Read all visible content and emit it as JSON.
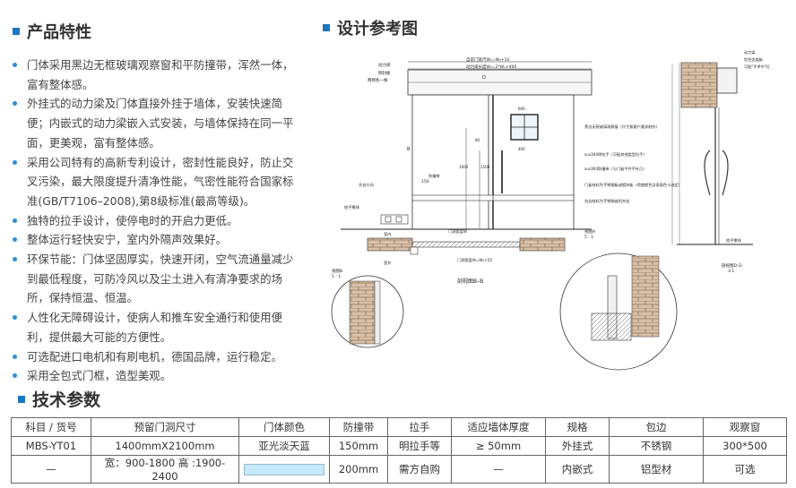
{
  "sections": {
    "features_title": "产品特性",
    "design_title": "设计参考图",
    "tech_title": "技术参数"
  },
  "features": [
    "门体采用黑边无框玻璃观察窗和平防撞带，浑然一体，富有整体感。",
    "外挂式的动力梁及门体直接外挂于墙体，安装快速简便；内嵌式的动力梁嵌入式安装，与墙体保持在同一平面，更美观，富有整体感。",
    "采用公司特有的高新专利设计，密封性能良好，防止交叉污染，最大限度提升清净性能，气密性能符合国家标准(GB/T7106–2008),第8级标准(最高等级)。",
    "独特的拉手设计，使停电时的开启力更低。",
    "整体运行轻快安宁，室内外隔声效果好。",
    "环保节能：门体坚固厚实，快速开闭，空气流通量减少到最低程度，可防冷风以及尘土进入有清净要求的场所，保持恒温、恒温。",
    "人性化无障碍设计，使病人和推车安全通行和使用便利，提供最大可能的方便性。",
    "可选配进口电机和有刷电机，德国品牌，运行稳定。",
    "采用全包式门框，造型美观。"
  ],
  "drawing": {
    "labels": {
      "top_dim_1": "自前门宽尺W₁=W₀+10",
      "top_dim_2": "动力梁长度W₂=2*W₁+400",
      "power_beam": "动力梁",
      "guide_rail": "侧封板",
      "wall_side": "两侧各一根",
      "window_note": "黑边无框玻璃观察窗（尺寸按客户要求制作）",
      "handle_note": "sus304明拉手（可配其他类型拉手）",
      "bumper_note": "sus304防撞带（与门板平齐不外凸）",
      "door_material": "门板材料为不锈钢板或镀锌板（喷塑颜色及表面色卡选定）",
      "frame_note": "包边材料为不锈钢或铝合金",
      "open_dir": "开启方向",
      "seal_strip": "防撞带",
      "ground": "地平零线",
      "door_width": "门洞宽度W",
      "indoor": "室内",
      "outdoor": "室外",
      "section_bb": "剖视图B–B",
      "view_a": "视图A",
      "view_a_scale": "5 : 1",
      "view_b": "视图B",
      "view_b_scale": "5 : 1",
      "section_dd": "剖视图D–D",
      "section_dd_scale": "3:1",
      "right_beam": "动力梁",
      "right_alloy": "铝合金盖板",
      "right_hand": "可配\"手术中\"灯",
      "right_ground": "地平零线",
      "dim_600": "600",
      "dim_400": "400",
      "dim_80": "80",
      "dim_1000": "1000",
      "dim_150": "150",
      "dim_1500": "1500",
      "dim_b": "B",
      "dim_d": "D",
      "dim_w": "门洞宽度W=W₀+55"
    }
  },
  "table": {
    "headers": [
      "科目 / 货号",
      "预留门洞尺寸",
      "门体颜色",
      "防撞带",
      "拉手",
      "适应墙体厚度",
      "规格",
      "包边",
      "观察窗"
    ],
    "rows": [
      [
        "MBS-YT01",
        "1400mmX2100mm",
        "亚光淡天蓝",
        "150mm",
        "明拉手等",
        "≥ 50mm",
        "外挂式",
        "不锈钢",
        "300*500"
      ],
      [
        "—",
        "宽：900-1800  高 :1900-2400",
        "",
        "200mm",
        "需方自购",
        "—",
        "内嵌式",
        "铝型材",
        "可选"
      ]
    ],
    "swatch_color": "#c6e8fb"
  },
  "colors": {
    "accent": "#1c77c3",
    "bullet": "#2d8ed6",
    "brick": "#c9a98b"
  }
}
